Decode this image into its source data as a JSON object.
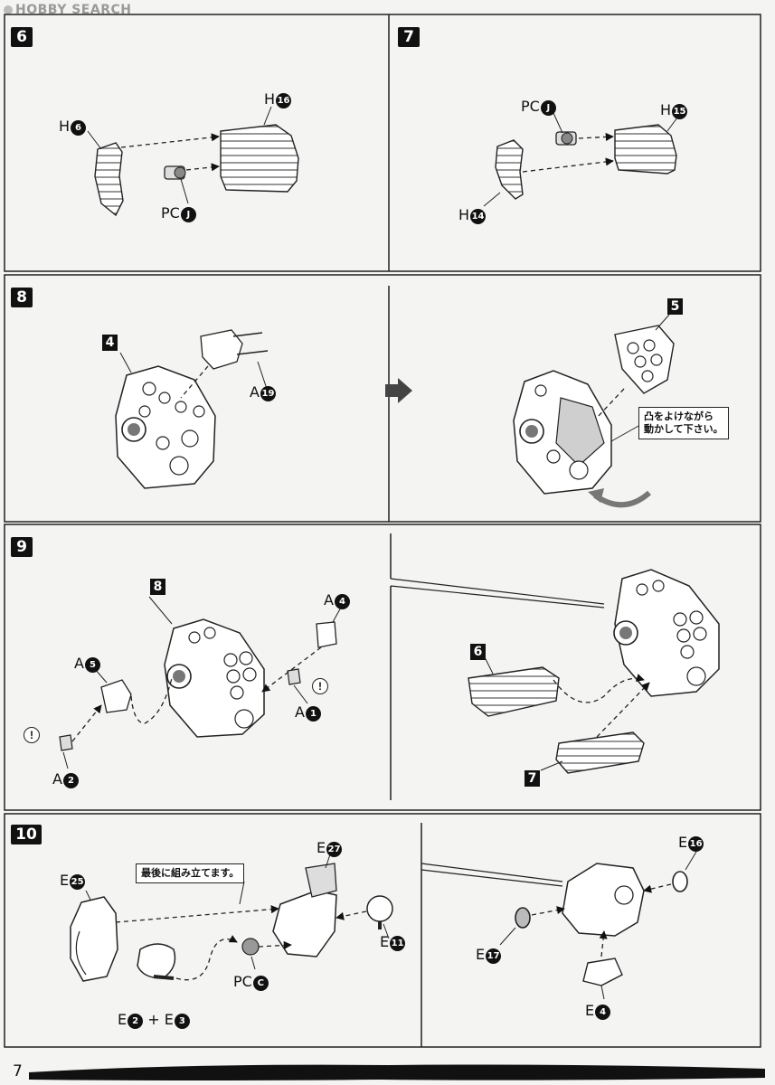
{
  "watermark": "HOBBY SEARCH",
  "page_number": "7",
  "steps": {
    "s6": "6",
    "s7": "7",
    "s8": "8",
    "s9": "9",
    "s10": "10"
  },
  "step6": {
    "h6": {
      "letter": "H",
      "num": "6"
    },
    "h16": {
      "letter": "H",
      "num": "16"
    },
    "pcj": {
      "letter": "PC",
      "num": "J"
    }
  },
  "step7": {
    "pcj": {
      "letter": "PC",
      "num": "J"
    },
    "h15": {
      "letter": "H",
      "num": "15"
    },
    "h14": {
      "letter": "H",
      "num": "14"
    }
  },
  "step8": {
    "ref4": "4",
    "a19": {
      "letter": "A",
      "num": "19"
    },
    "ref5": "5",
    "note": [
      "凸をよけながら",
      "動かして下さい。"
    ]
  },
  "step9": {
    "ref8": "8",
    "a4": {
      "letter": "A",
      "num": "4"
    },
    "a5": {
      "letter": "A",
      "num": "5"
    },
    "a1": {
      "letter": "A",
      "num": "1"
    },
    "a2": {
      "letter": "A",
      "num": "2"
    },
    "warn": "!",
    "ref6": "6",
    "ref7": "7"
  },
  "step10": {
    "note": "最後に組み立てます。",
    "e25": {
      "letter": "E",
      "num": "25"
    },
    "e27": {
      "letter": "E",
      "num": "27"
    },
    "e11": {
      "letter": "E",
      "num": "11"
    },
    "pcc": {
      "letter": "PC",
      "num": "C"
    },
    "e2e3": {
      "letter": "E",
      "num": "2",
      "plus": "+ E",
      "num2": "3"
    },
    "e16": {
      "letter": "E",
      "num": "16"
    },
    "e17": {
      "letter": "E",
      "num": "17"
    },
    "e4": {
      "letter": "E",
      "num": "4"
    }
  }
}
